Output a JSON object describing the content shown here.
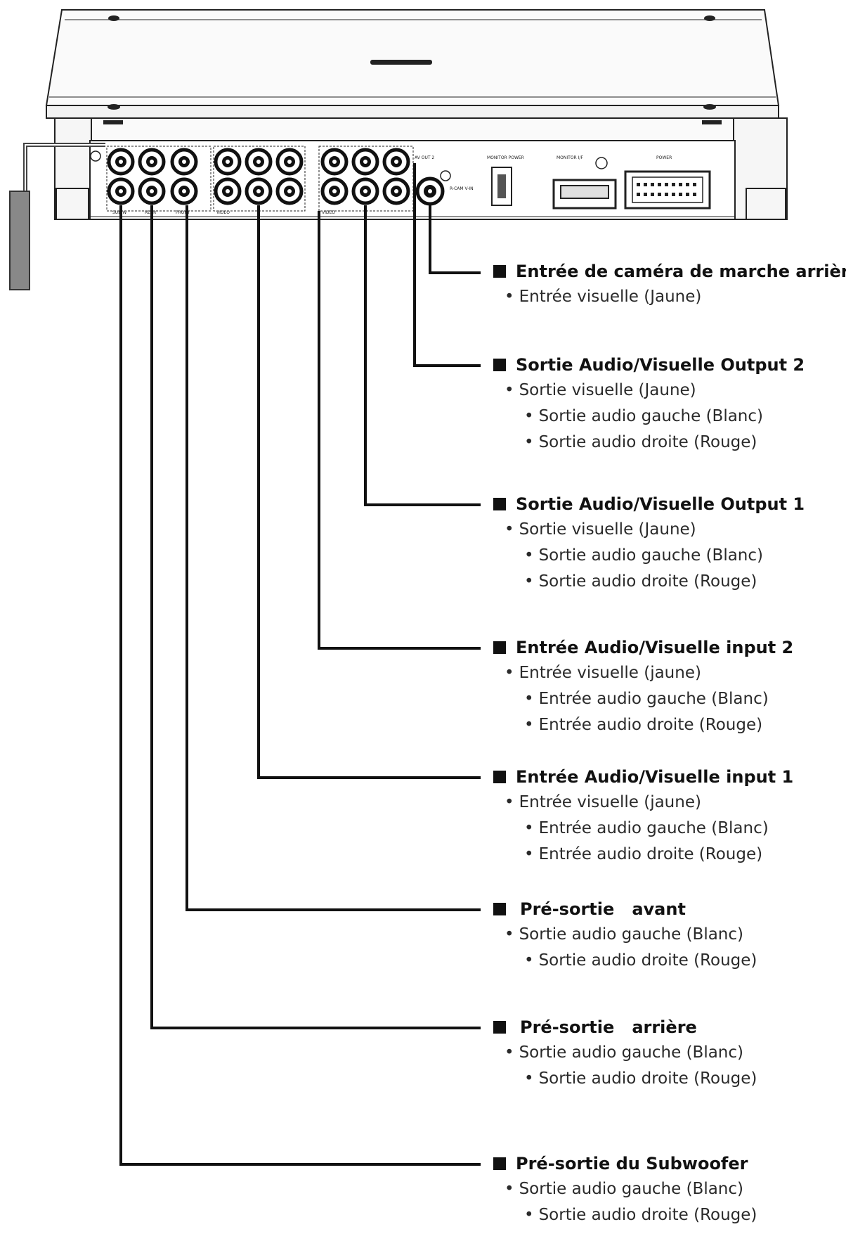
{
  "device": {
    "panel_labels": [
      "MONITOR POWER",
      "MONITOR I/F",
      "POWER",
      "VIDEO",
      "VIDEO",
      "R-CAM V-IN",
      "AV OUT 2",
      "SUB W",
      "REAR",
      "FRONT"
    ]
  },
  "sections": [
    {
      "id": "camera",
      "heading": "Entrée de caméra de marche arrière",
      "items": [
        "Entrée visuelle (Jaune)"
      ]
    },
    {
      "id": "av-out-2",
      "heading": "Sortie Audio/Visuelle Output 2",
      "items": [
        "Sortie visuelle (Jaune)",
        "Sortie audio gauche (Blanc)",
        "Sortie audio droite (Rouge)"
      ]
    },
    {
      "id": "av-out-1",
      "heading": "Sortie Audio/Visuelle Output 1",
      "items": [
        "Sortie visuelle (Jaune)",
        "Sortie audio gauche (Blanc)",
        "Sortie audio droite (Rouge)"
      ]
    },
    {
      "id": "av-in-2",
      "heading": "Entrée Audio/Visuelle input 2",
      "items": [
        "Entrée visuelle (jaune)",
        "Entrée audio gauche (Blanc)",
        "Entrée audio droite (Rouge)"
      ]
    },
    {
      "id": "av-in-1",
      "heading": "Entrée Audio/Visuelle input 1",
      "items": [
        "Entrée visuelle (jaune)",
        "Entrée audio gauche (Blanc)",
        "Entrée audio droite (Rouge)"
      ]
    },
    {
      "id": "pre-front",
      "heading": "Pré-sortie   avant",
      "items": [
        "Sortie audio gauche (Blanc)",
        "Sortie audio droite (Rouge)"
      ]
    },
    {
      "id": "pre-rear",
      "heading": "Pré-sortie   arrière",
      "items": [
        "Sortie audio gauche (Blanc)",
        "Sortie audio droite (Rouge)"
      ]
    },
    {
      "id": "pre-sub",
      "heading": "Pré-sortie du Subwoofer",
      "items": [
        "Sortie audio gauche (Blanc)",
        "Sortie audio droite (Rouge)"
      ]
    }
  ]
}
